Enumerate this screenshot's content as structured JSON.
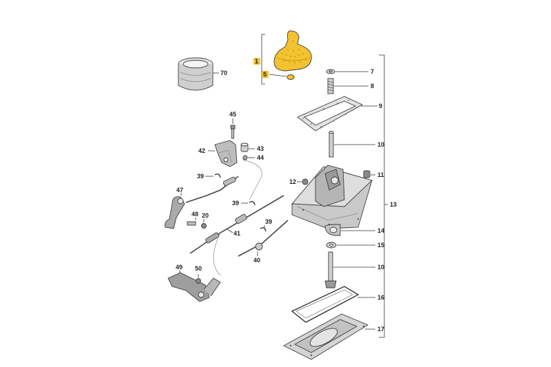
{
  "colors": {
    "highlight": "#f2c230",
    "part_fill": "#d9d9d9",
    "part_dark": "#9a9a9a",
    "line": "#333333"
  },
  "callouts": {
    "p1": "1",
    "p5": "5",
    "p7": "7",
    "p8": "8",
    "p9": "9",
    "p10a": "10",
    "p10b": "10",
    "p11": "11",
    "p12": "12",
    "p13": "13",
    "p14": "14",
    "p15": "15",
    "p16": "16",
    "p17": "17",
    "p20": "20",
    "p39a": "39",
    "p39b": "39",
    "p39c": "39",
    "p40": "40",
    "p41": "41",
    "p42": "42",
    "p43": "43",
    "p44": "44",
    "p45": "45",
    "p47": "47",
    "p48": "48",
    "p49": "49",
    "p50": "50",
    "p70": "70"
  }
}
